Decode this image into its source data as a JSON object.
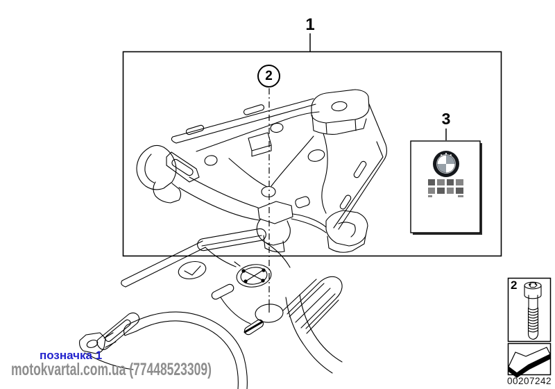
{
  "page": {
    "background": "#ffffff",
    "line_color": "#000000",
    "description": "Parts diagram: luggage rack adapter kit"
  },
  "callouts": {
    "part1": "1",
    "part2": "2",
    "part3": "3"
  },
  "hardware_panel": {
    "label": "2",
    "doc_number": "00207242",
    "icons": {
      "fastener": "allen-bolt-icon",
      "direction": "install-arrow-icon"
    }
  },
  "booklet": {
    "icon": "bmw-roundel-icon"
  },
  "watermark": {
    "line1": "позначка 1",
    "line1_color": "#2222cd",
    "line2": "motokvartal.com.ua (77448523309)",
    "line2_color": "#8d8d8d"
  }
}
